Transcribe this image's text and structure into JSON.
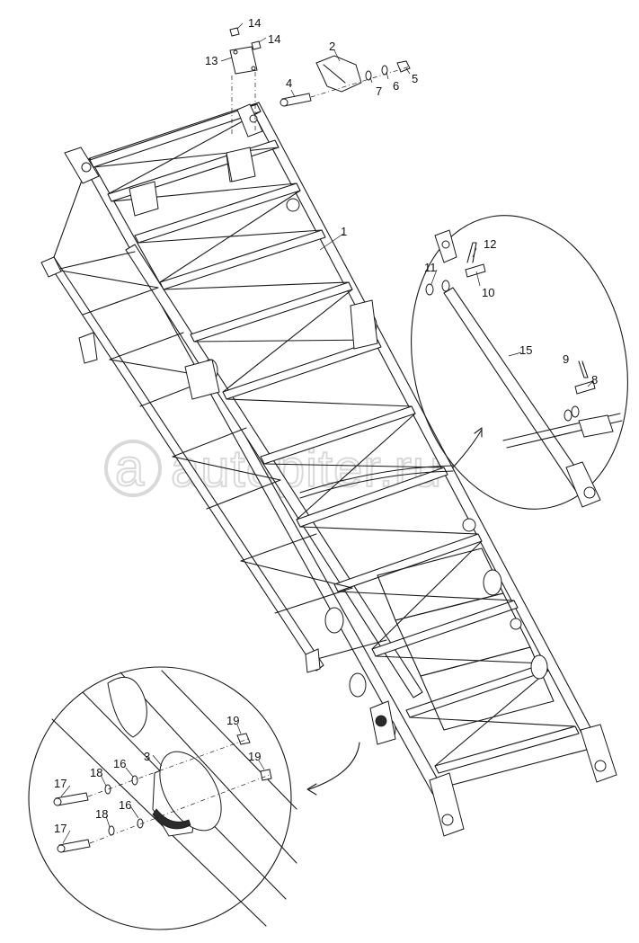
{
  "watermark": {
    "text": "autopiter.ru",
    "logo_letter": "a"
  },
  "callouts": [
    {
      "id": "c1",
      "text": "1"
    },
    {
      "id": "c2",
      "text": "2"
    },
    {
      "id": "c3",
      "text": "3"
    },
    {
      "id": "c4",
      "text": "4"
    },
    {
      "id": "c5",
      "text": "5"
    },
    {
      "id": "c6",
      "text": "6"
    },
    {
      "id": "c7",
      "text": "7"
    },
    {
      "id": "c8",
      "text": "8"
    },
    {
      "id": "c9",
      "text": "9"
    },
    {
      "id": "c10",
      "text": "10"
    },
    {
      "id": "c11",
      "text": "11"
    },
    {
      "id": "c12",
      "text": "12"
    },
    {
      "id": "c13",
      "text": "13"
    },
    {
      "id": "c14a",
      "text": "14"
    },
    {
      "id": "c14b",
      "text": "14"
    },
    {
      "id": "c15",
      "text": "15"
    },
    {
      "id": "c16a",
      "text": "16"
    },
    {
      "id": "c16b",
      "text": "16"
    },
    {
      "id": "c17a",
      "text": "17"
    },
    {
      "id": "c17b",
      "text": "17"
    },
    {
      "id": "c18a",
      "text": "18"
    },
    {
      "id": "c18b",
      "text": "18"
    },
    {
      "id": "c19a",
      "text": "19"
    },
    {
      "id": "c19b",
      "text": "19"
    }
  ]
}
